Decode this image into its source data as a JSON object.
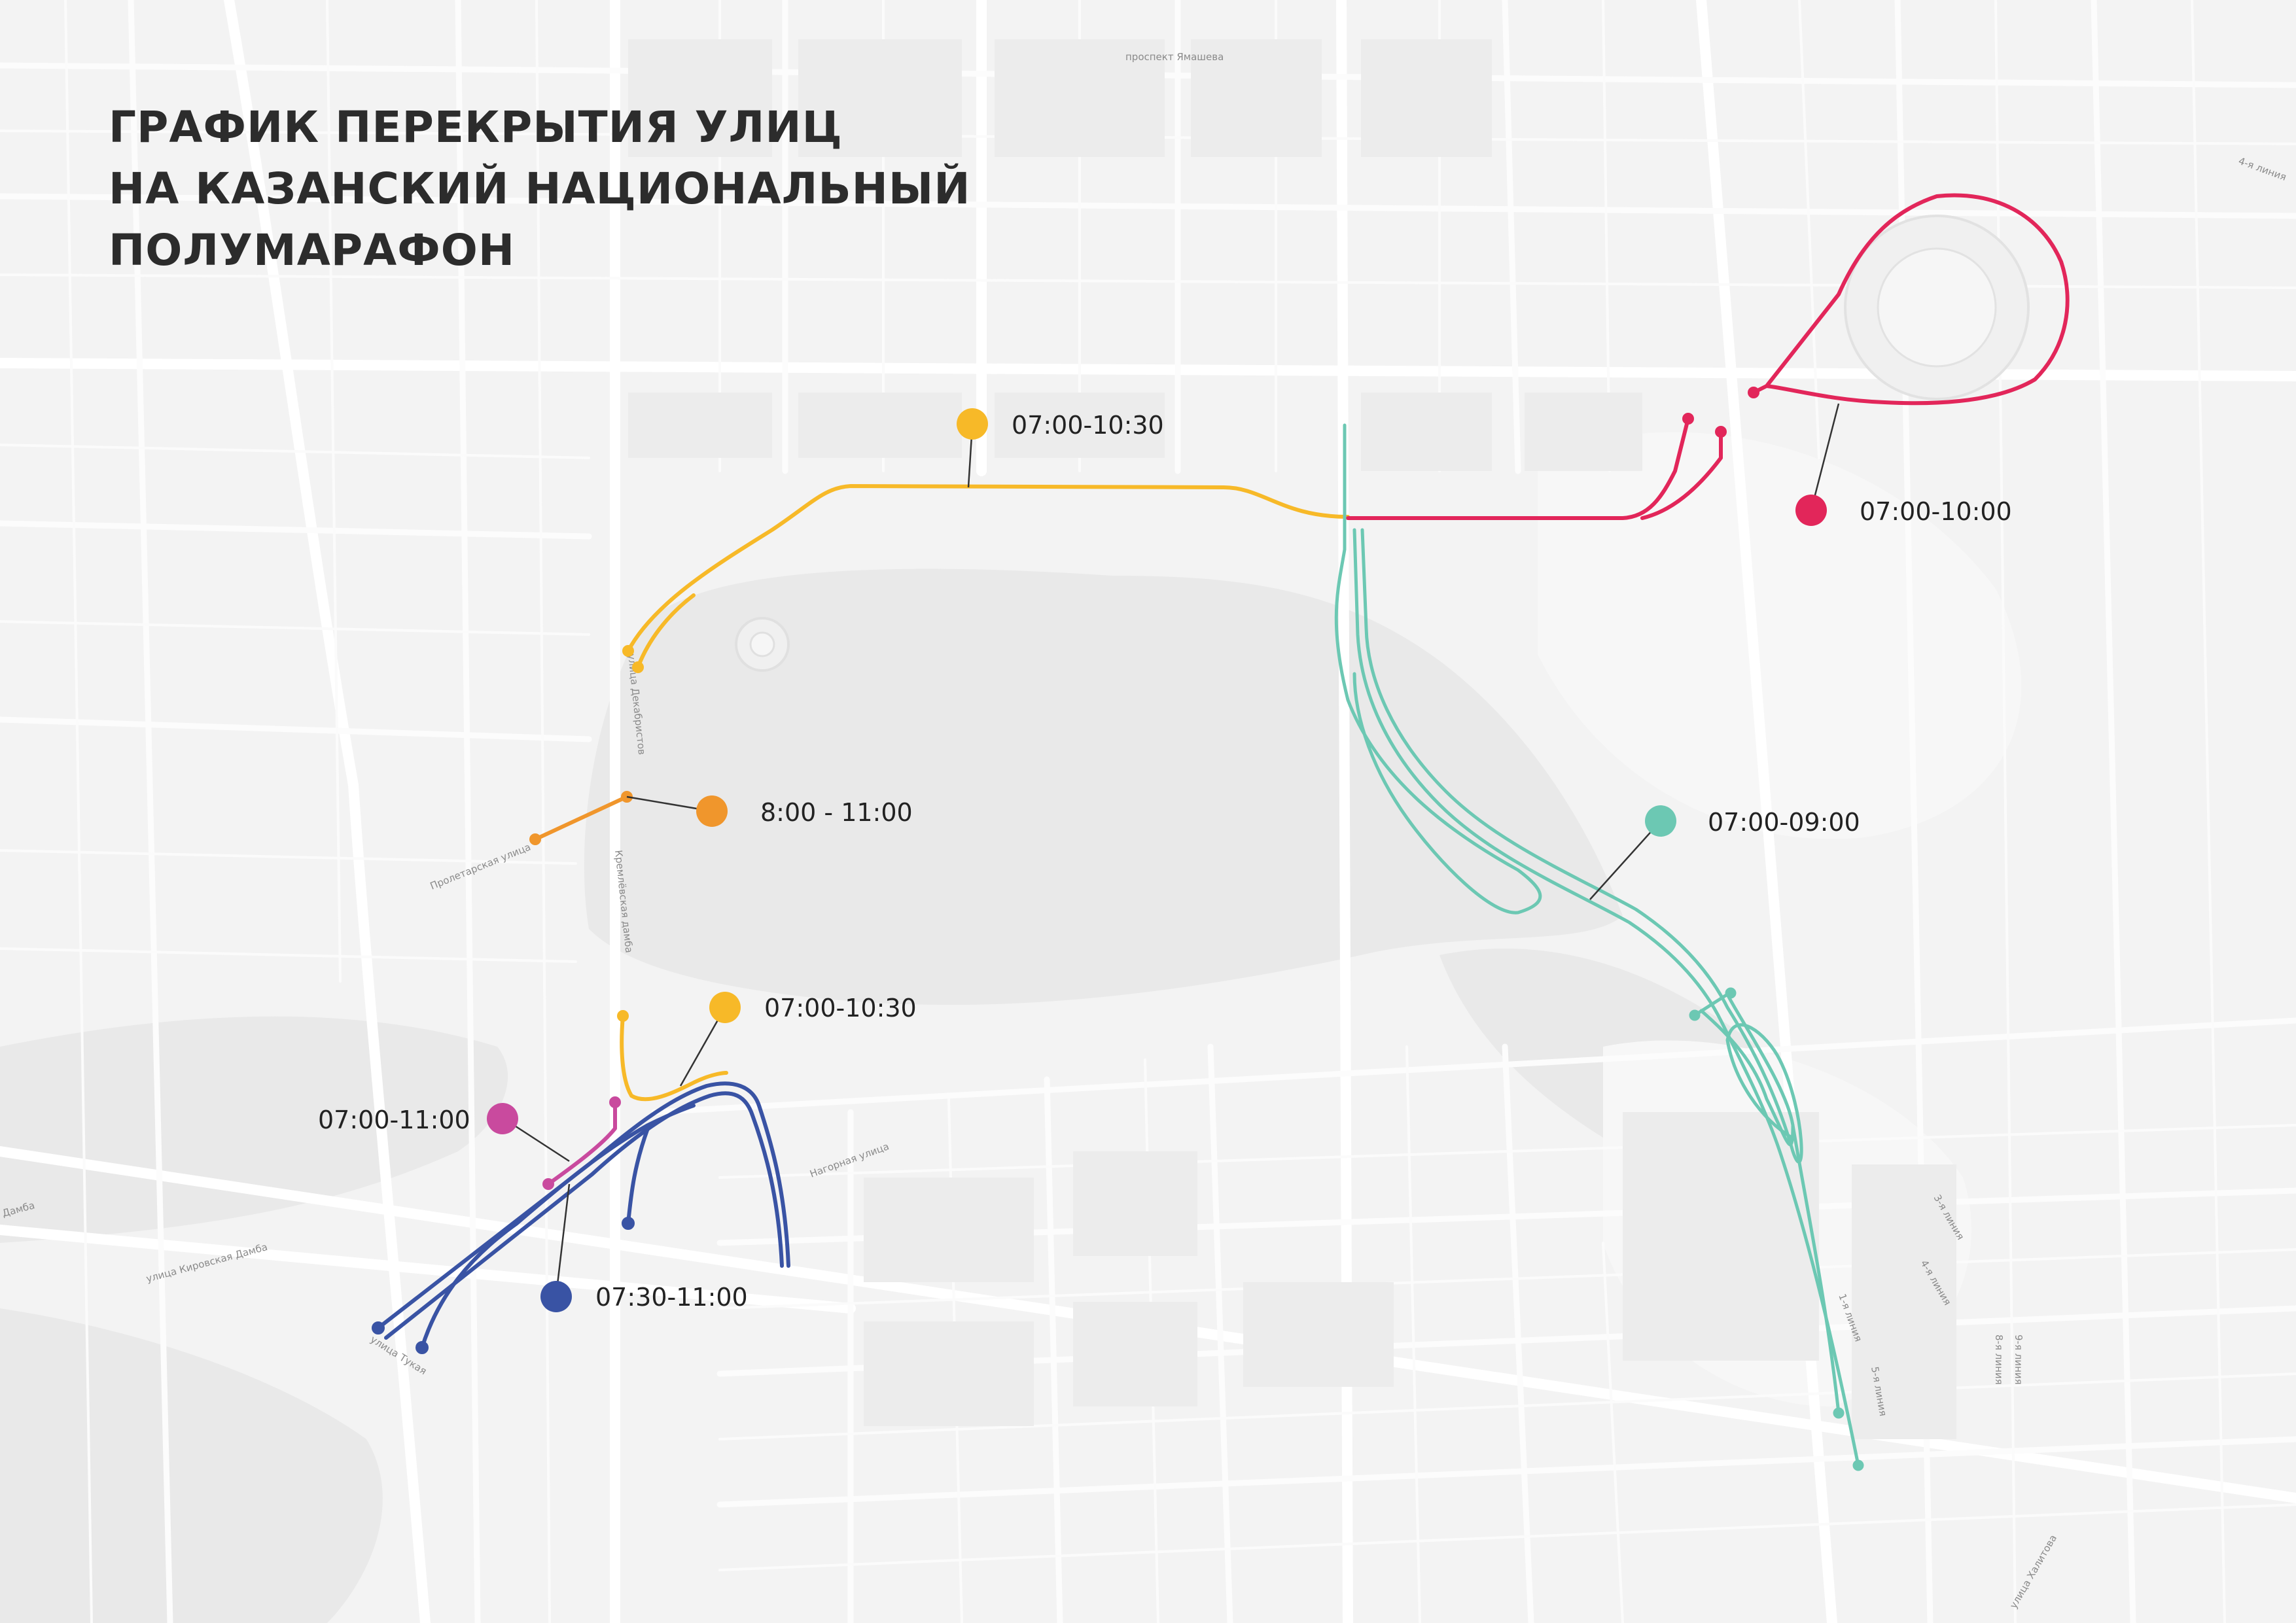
{
  "title_lines": [
    "ГРАФИК ПЕРЕКРЫТИЯ УЛИЦ",
    "НА КАЗАНСКИЙ НАЦИОНАЛЬНЫЙ",
    "ПОЛУМАРАФОН"
  ],
  "closures": [
    {
      "time": "07:00-10:30",
      "color": "#f7b928"
    },
    {
      "time": "07:00-10:00",
      "color": "#e2265a"
    },
    {
      "time": "8:00 - 11:00",
      "color": "#f0962c"
    },
    {
      "time": "07:00-09:00",
      "color": "#6cc8b3"
    },
    {
      "time": "07:00-10:30",
      "color": "#f7b928"
    },
    {
      "time": "07:00-11:00",
      "color": "#c94a9e"
    },
    {
      "time": "07:30-11:00",
      "color": "#3953a4"
    }
  ],
  "street_labels": {
    "yamasheva": "проспект Ямашева",
    "dekabristov": "улица Декабристов",
    "proletarskaya": "Пролетарская улица",
    "kremlevskaya_damba": "Кремлёвская дамба",
    "nagornaya": "Нагорная улица",
    "kirovskaya_damba": "улица Кировская Дамба",
    "damba": "Дамба",
    "tukaya": "улица Тукая",
    "line4a": "4-я линия",
    "line3": "3-я линия",
    "line4": "4-я линия",
    "line1": "1-я линия",
    "line5": "5-я линия",
    "line9": "9-я линия",
    "line8": "8-я линия",
    "kolhoznaya": "улица Халитова"
  },
  "colors": {
    "yellow": "#f7b928",
    "red": "#e2265a",
    "orange": "#f0962c",
    "teal": "#6cc8b3",
    "magenta": "#c94a9e",
    "blue": "#3953a4",
    "water": "#ebebeb",
    "road": "#ffffff"
  }
}
